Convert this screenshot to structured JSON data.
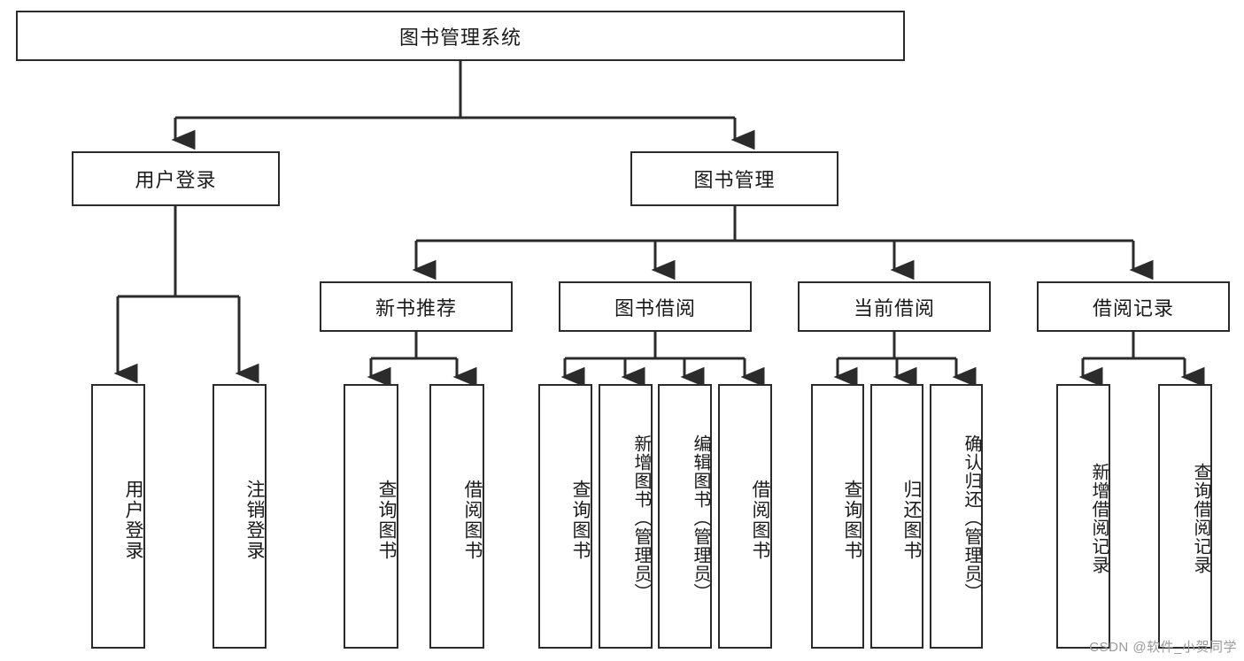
{
  "diagram": {
    "title_text": "图书管理系统",
    "type": "tree-hierarchy",
    "line_color": "#2b2b2b",
    "box_fill": "#ffffff",
    "text_color": "#1a1a1a"
  },
  "root": {
    "label": "图书管理系统"
  },
  "level2": [
    {
      "label": "用户登录"
    },
    {
      "label": "图书管理"
    }
  ],
  "level3": [
    {
      "label": "新书推荐"
    },
    {
      "label": "图书借阅"
    },
    {
      "label": "当前借阅"
    },
    {
      "label": "借阅记录"
    }
  ],
  "leaves": {
    "user_login": [
      {
        "label": "用户登录"
      },
      {
        "label": "注销登录"
      }
    ],
    "new_book": [
      {
        "label": "查询图书"
      },
      {
        "label": "借阅图书"
      }
    ],
    "book_borrow": [
      {
        "label": "查询图书"
      },
      {
        "label": "新增图书（管理员）"
      },
      {
        "label": "编辑图书（管理员）"
      },
      {
        "label": "借阅图书"
      }
    ],
    "current_borrow": [
      {
        "label": "查询图书"
      },
      {
        "label": "归还图书"
      },
      {
        "label": "确认归还（管理员）"
      }
    ],
    "borrow_record": [
      {
        "label": "新增借阅记录"
      },
      {
        "label": "查询借阅记录"
      }
    ]
  },
  "watermark": {
    "text": "CSDN @软件_小贺同学"
  }
}
